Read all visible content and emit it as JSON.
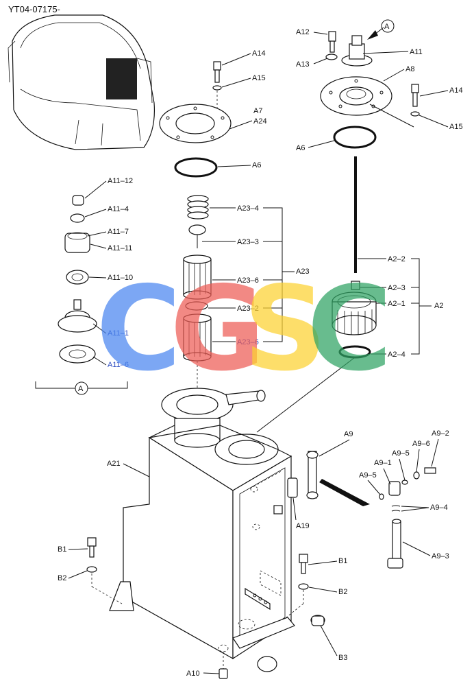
{
  "title": "YT04-07175-",
  "view_marker": "A",
  "watermark": {
    "letters": [
      "C",
      "G",
      "S",
      "C"
    ],
    "colors": [
      "#4a86f0",
      "#ee5d55",
      "#fdd232",
      "#2fa363"
    ]
  },
  "labels": {
    "A2": "A2",
    "A2_1": "A2–1",
    "A2_2": "A2–2",
    "A2_3": "A2–3",
    "A2_4": "A2–4",
    "A6": "A6",
    "A7": "A7",
    "A8": "A8",
    "A9": "A9",
    "A9_1": "A9–1",
    "A9_2": "A9–2",
    "A9_3": "A9–3",
    "A9_4": "A9–4",
    "A9_5": "A9–5",
    "A9_6": "A9–6",
    "A10": "A10",
    "A11": "A11",
    "A11_1": "A11–1",
    "A11_4": "A11–4",
    "A11_6": "A11–6",
    "A11_7": "A11–7",
    "A11_10": "A11–10",
    "A11_11": "A11–11",
    "A11_12": "A11–12",
    "A12": "A12",
    "A13": "A13",
    "A14": "A14",
    "A15": "A15",
    "A19": "A19",
    "A21": "A21",
    "A23": "A23",
    "A23_2": "A23–2",
    "A23_3": "A23–3",
    "A23_4": "A23–4",
    "A23_6": "A23–6",
    "A24": "A24",
    "B1": "B1",
    "B2": "B2",
    "B3": "B3"
  }
}
